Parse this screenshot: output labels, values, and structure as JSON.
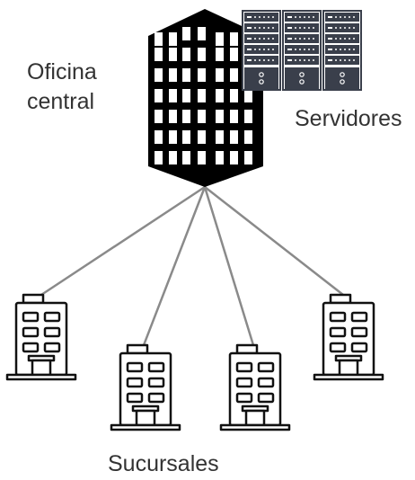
{
  "labels": {
    "headquarters": [
      "Oficina",
      "central"
    ],
    "servers": "Servidores",
    "branches": "Sucursales"
  },
  "colors": {
    "building": "#000000",
    "server_face": "#3a3f4b",
    "connector": "#8a8a8a",
    "outline": "#111111",
    "text": "#333333"
  },
  "icons": {
    "headquarters": "office-tower-icon",
    "servers": "server-rack-icon",
    "branch": "branch-building-icon"
  },
  "branches": [
    {
      "name": "sucursal-1"
    },
    {
      "name": "sucursal-2"
    },
    {
      "name": "sucursal-3"
    },
    {
      "name": "sucursal-4"
    }
  ],
  "server_units": 3
}
